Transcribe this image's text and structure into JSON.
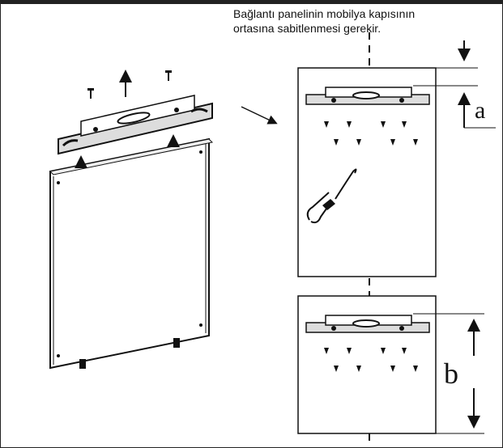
{
  "instruction": {
    "line1": "Bağlantı panelinin mobilya kapısının",
    "line2": "ortasına sabitlenmesi gerekir."
  },
  "dimensions": {
    "a_label": "a",
    "b_label": "b"
  },
  "icons": {
    "bracket": "mounting-bracket-icon",
    "screwdriver": "screwdriver-icon",
    "arrow": "arrow-icon"
  }
}
